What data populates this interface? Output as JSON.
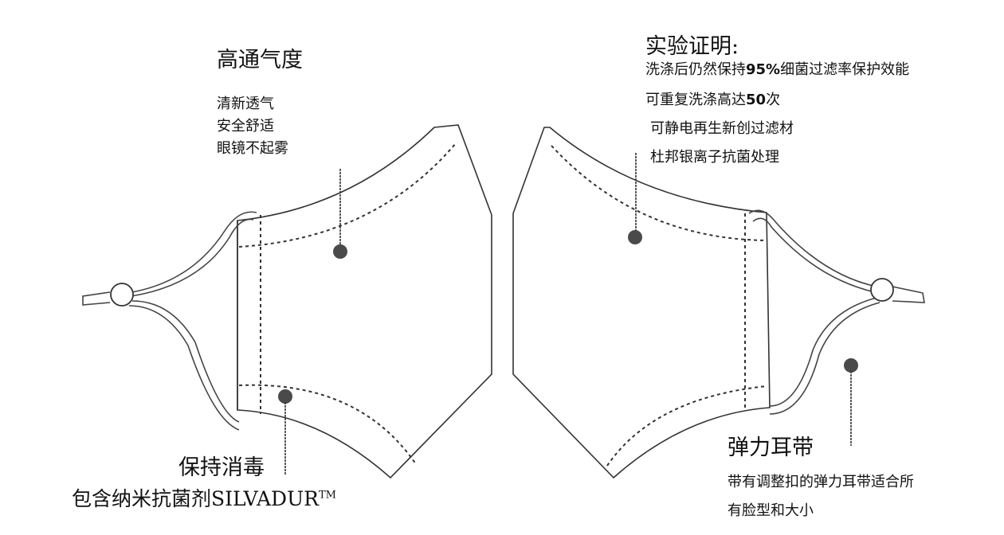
{
  "features": {
    "breathability": {
      "title": "高通气度",
      "lines": [
        "清新透气",
        "安全舒适",
        "眼镜不起雾"
      ]
    },
    "proven": {
      "title": "实验证明:",
      "line1": {
        "pre": "洗涤后仍然保持",
        "bold": "95%",
        "post": "细菌过滤率保护效能"
      },
      "line2": {
        "pre": "可重复洗涤高达",
        "bold": "50",
        "post": "次"
      },
      "line3": "可静电再生新创过滤材",
      "line4": "杜邦银离子抗菌处理"
    },
    "disinfection": {
      "title": "保持消毒",
      "desc": "包含纳米抗菌剂SILVADUR",
      "tm": "TM"
    },
    "earloop": {
      "title": "弹力耳带",
      "lines": [
        "带有调整扣的弹力耳带适合所",
        "有脸型和大小"
      ]
    }
  },
  "colors": {
    "line": "#333333",
    "dot": "#4a4a4a",
    "text": "#111111"
  }
}
